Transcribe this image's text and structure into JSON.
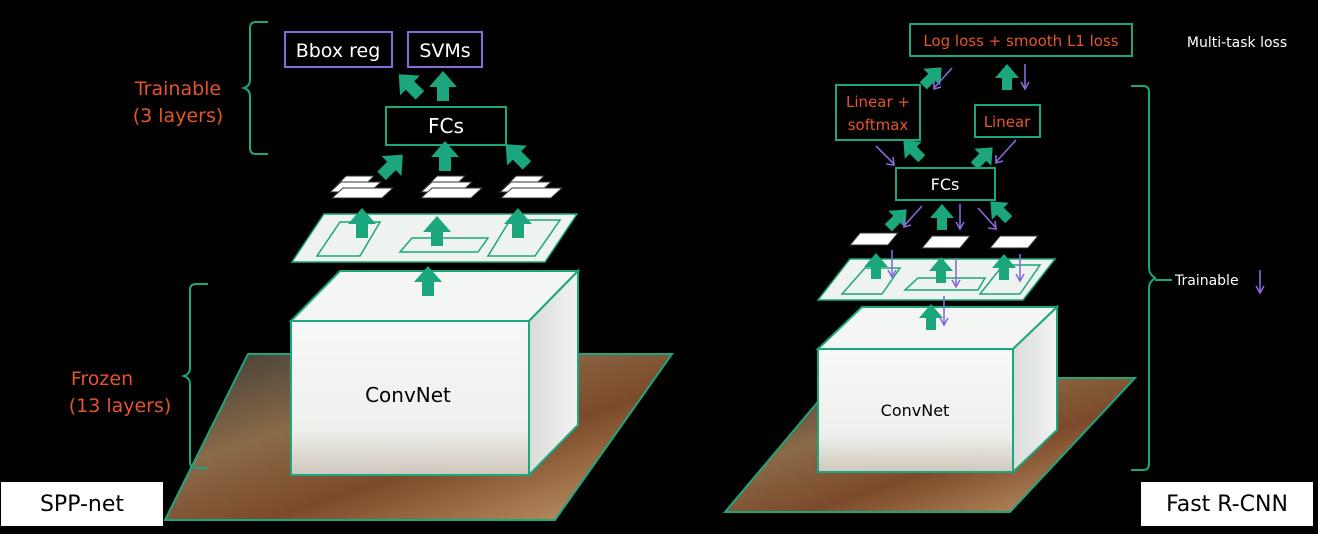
{
  "left": {
    "bbox_reg": "Bbox reg",
    "svms": "SVMs",
    "fcs": "FCs",
    "trainable_line1": "Trainable",
    "trainable_line2": "(3 layers)",
    "frozen_line1": "Frozen",
    "frozen_line2": "(13 layers)",
    "convnet": "ConvNet",
    "caption": "SPP-net"
  },
  "right": {
    "loss": "Log loss + smooth L1 loss",
    "multitask": "Multi-task loss",
    "linear_softmax_line1": "Linear +",
    "linear_softmax_line2": "softmax",
    "linear": "Linear",
    "fcs": "FCs",
    "trainable": "Trainable",
    "convnet": "ConvNet",
    "caption": "Fast R-CNN"
  },
  "colors": {
    "teal": "#1ca67e",
    "orange_text": "#e4552e",
    "purple": "#8a6ad8",
    "panel": "#eef3ef"
  }
}
